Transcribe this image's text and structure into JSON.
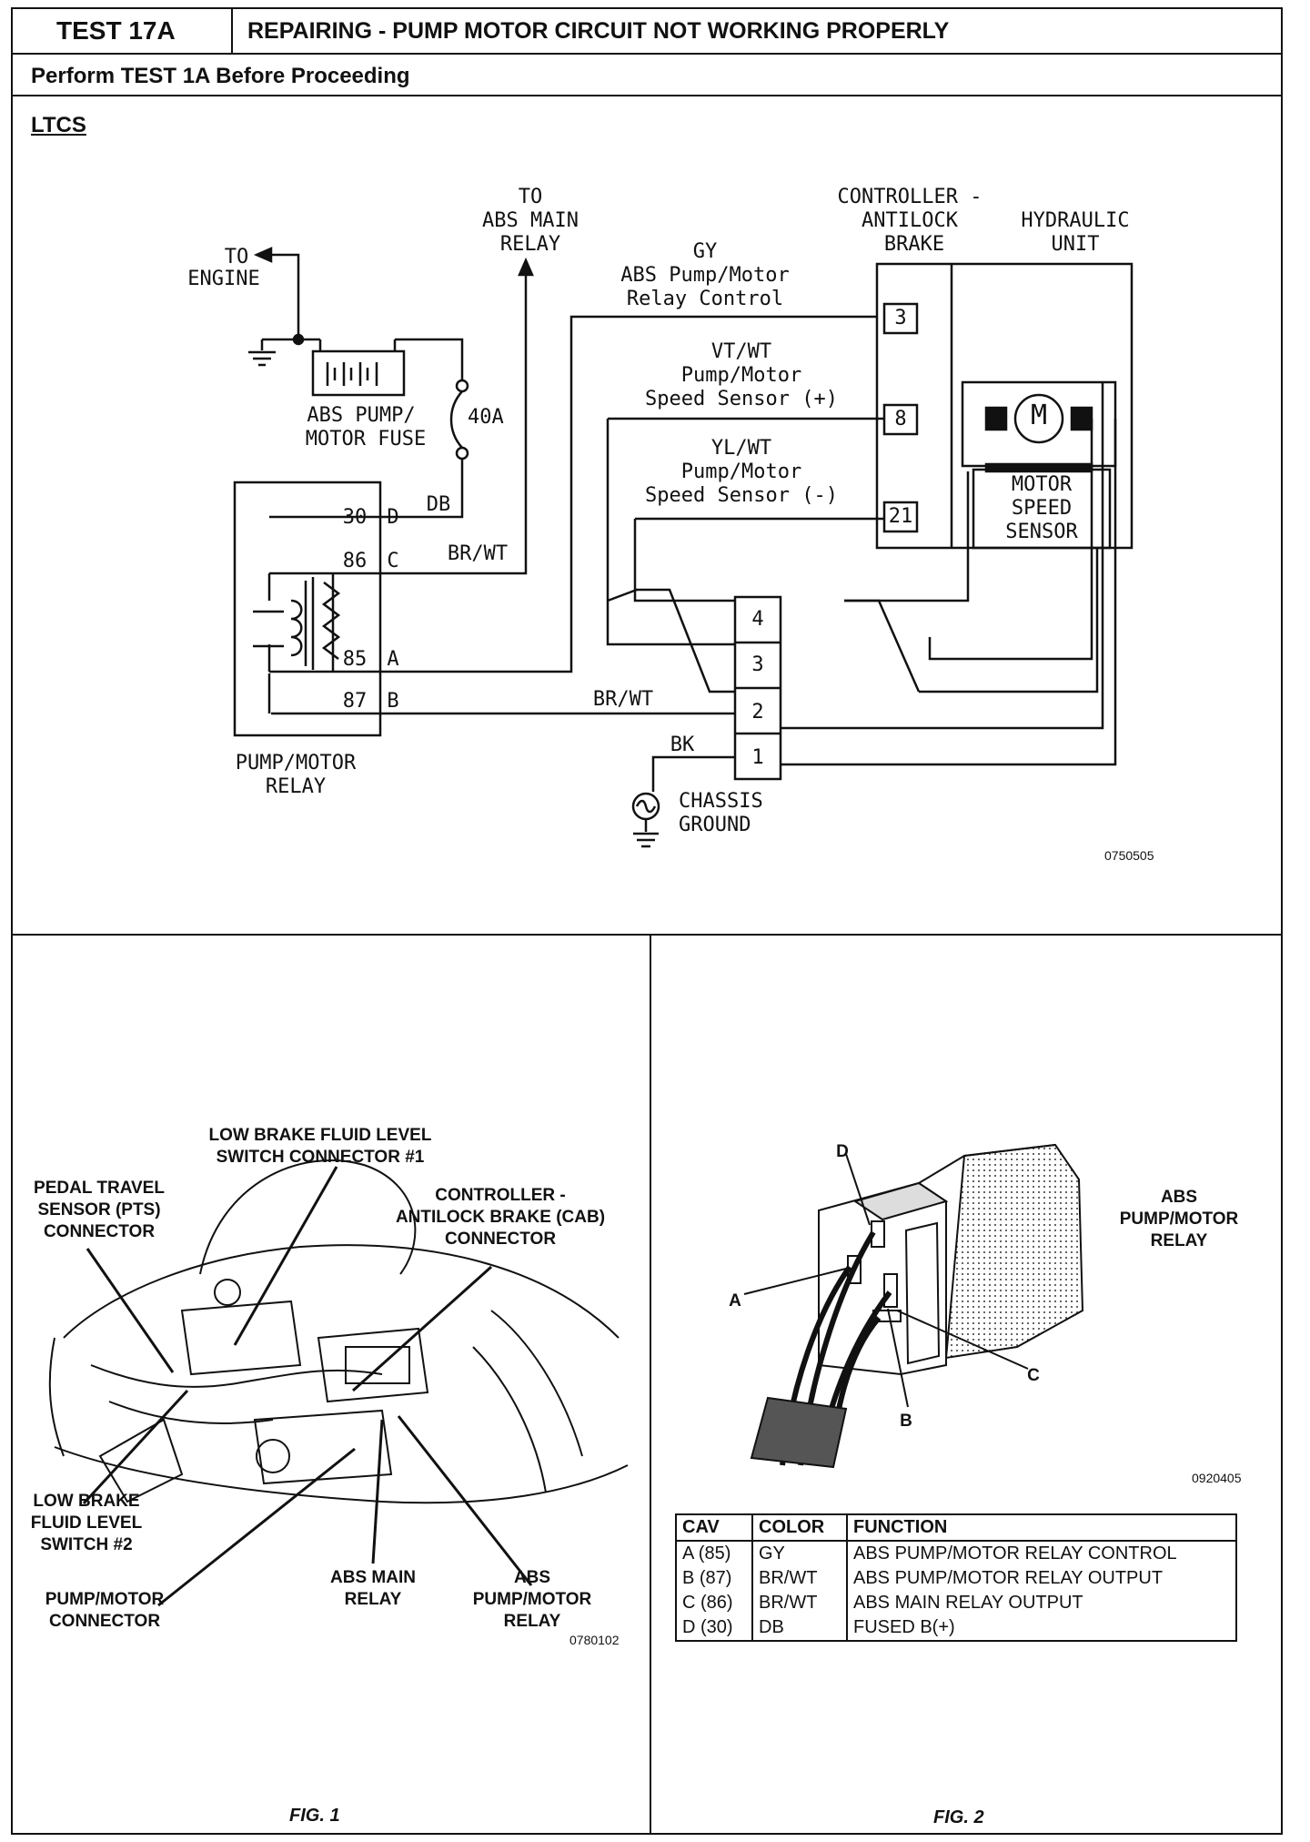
{
  "header": {
    "test_id": "TEST 17A",
    "title": "REPAIRING - PUMP MOTOR CIRCUIT NOT WORKING PROPERLY",
    "prereq": "Perform TEST 1A Before Proceeding",
    "section": "LTCS"
  },
  "schematic": {
    "to_engine": [
      "TO",
      "ENGINE"
    ],
    "to_abs_main_relay": [
      "TO",
      "ABS MAIN",
      "RELAY"
    ],
    "controller": [
      "CONTROLLER -",
      "ANTILOCK",
      "BRAKE"
    ],
    "hydraulic_unit": [
      "HYDRAULIC",
      "UNIT"
    ],
    "fuse_label": [
      "ABS PUMP/",
      "MOTOR FUSE"
    ],
    "fuse_rating": "40A",
    "wire_db": "DB",
    "wire_brwt_top": "BR/WT",
    "wire_brwt_bottom": "BR/WT",
    "wire_bk": "BK",
    "gy_label": [
      "GY",
      "ABS Pump/Motor",
      "Relay Control"
    ],
    "vtwt_label": [
      "VT/WT",
      "Pump/Motor",
      "Speed Sensor (+)"
    ],
    "ylwt_label": [
      "YL/WT",
      "Pump/Motor",
      "Speed Sensor (-)"
    ],
    "cab_pins": [
      "3",
      "8",
      "21"
    ],
    "motor_symbol": "M",
    "motor_speed_sensor": [
      "MOTOR",
      "SPEED",
      "SENSOR"
    ],
    "connector_pins": [
      "4",
      "3",
      "2",
      "1"
    ],
    "relay_terminals": [
      {
        "num": "30",
        "letter": "D"
      },
      {
        "num": "86",
        "letter": "C"
      },
      {
        "num": "85",
        "letter": "A"
      },
      {
        "num": "87",
        "letter": "B"
      }
    ],
    "relay_label": [
      "PUMP/MOTOR",
      "RELAY"
    ],
    "chassis_ground": [
      "CHASSIS",
      "GROUND"
    ],
    "code": "0750505"
  },
  "fig1": {
    "labels": {
      "low_brake_1": [
        "LOW BRAKE FLUID LEVEL",
        "SWITCH CONNECTOR #1"
      ],
      "pts": [
        "PEDAL TRAVEL",
        "SENSOR (PTS)",
        "CONNECTOR"
      ],
      "cab": [
        "CONTROLLER -",
        "ANTILOCK BRAKE (CAB)",
        "CONNECTOR"
      ],
      "low_brake_2": [
        "LOW BRAKE",
        "FLUID LEVEL",
        "SWITCH #2"
      ],
      "pump_conn": [
        "PUMP/MOTOR",
        "CONNECTOR"
      ],
      "abs_main": [
        "ABS MAIN",
        "RELAY"
      ],
      "abs_pump": [
        "ABS",
        "PUMP/MOTOR",
        "RELAY"
      ]
    },
    "code": "0780102",
    "caption": "FIG. 1"
  },
  "fig2": {
    "relay_label": [
      "ABS",
      "PUMP/MOTOR",
      "RELAY"
    ],
    "pins": {
      "a": "A",
      "b": "B",
      "c": "C",
      "d": "D"
    },
    "code": "0920405",
    "caption": "FIG. 2",
    "table": {
      "headers": [
        "CAV",
        "COLOR",
        "FUNCTION"
      ],
      "rows": [
        [
          "A (85)",
          "GY",
          "ABS PUMP/MOTOR RELAY CONTROL"
        ],
        [
          "B (87)",
          "BR/WT",
          "ABS PUMP/MOTOR RELAY OUTPUT"
        ],
        [
          "C (86)",
          "BR/WT",
          "ABS MAIN RELAY OUTPUT"
        ],
        [
          "D (30)",
          "DB",
          "FUSED B(+)"
        ]
      ]
    }
  }
}
